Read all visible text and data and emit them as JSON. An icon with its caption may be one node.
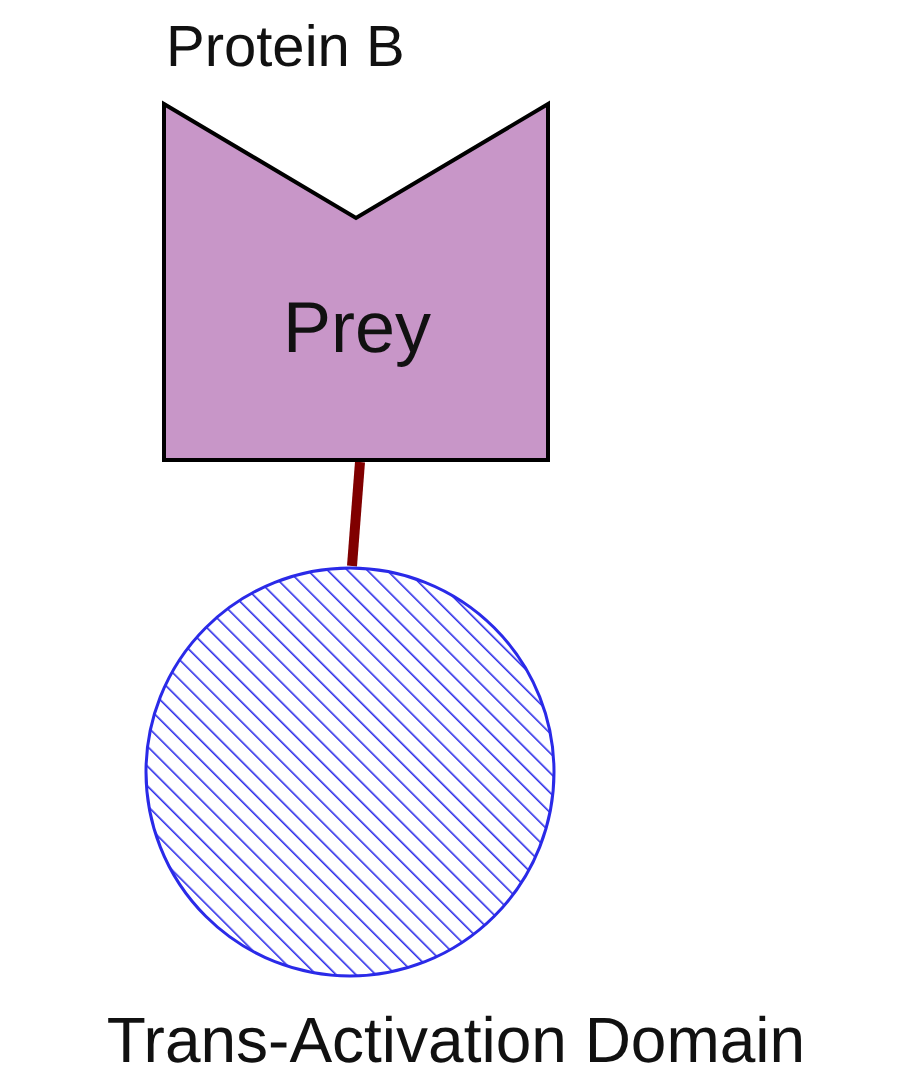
{
  "diagram": {
    "nodes": [
      {
        "text": [
          "Protein B",
          "Prey"
        ]
      },
      {
        "text": [
          "Trans-Activation Domain"
        ]
      }
    ],
    "edges": [
      {
        "from": 0,
        "to": 1,
        "arrow": "none",
        "color": "#800000"
      }
    ]
  }
}
